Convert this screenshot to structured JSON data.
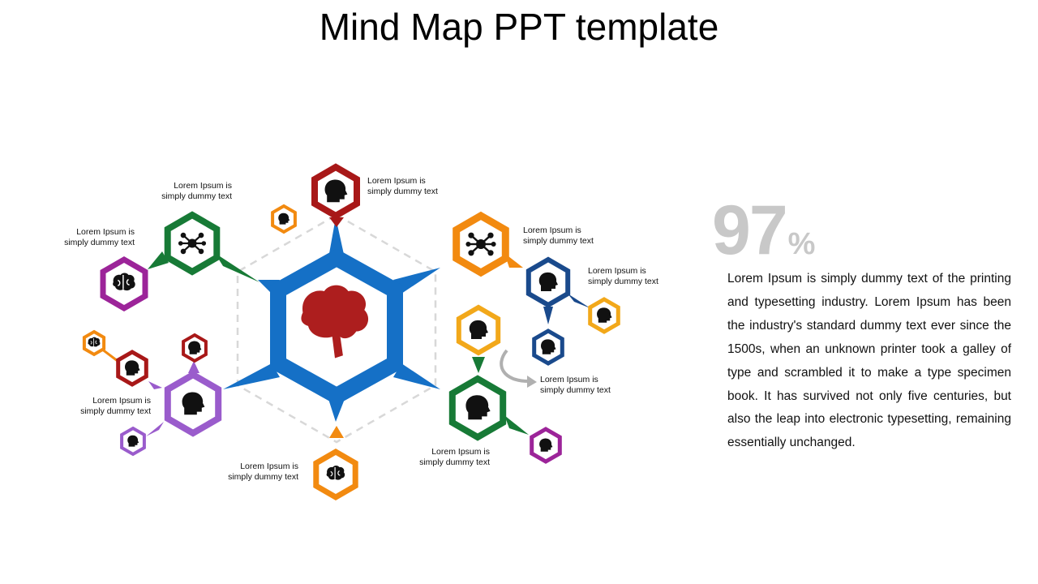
{
  "title": "Mind Map PPT template",
  "stat": {
    "value": "97",
    "unit": "%"
  },
  "paragraph": "Lorem Ipsum is simply dummy text of the printing and typesetting industry. Lorem Ipsum has been the industry's standard dummy text ever since the 1500s, when an unknown printer took a galley of type and scrambled it to make a type specimen book. It has survived not only five centuries, but also the leap into electronic typesetting, remaining essentially unchanged.",
  "labels": [
    {
      "line1": "Lorem Ipsum is",
      "line2": "simply dummy text"
    },
    {
      "line1": "Lorem Ipsum is",
      "line2": "simply dummy text"
    },
    {
      "line1": "Lorem Ipsum is",
      "line2": "simply dummy text"
    },
    {
      "line1": "Lorem Ipsum is",
      "line2": "simply dummy text"
    },
    {
      "line1": "Lorem Ipsum is",
      "line2": "simply dummy text"
    },
    {
      "line1": "Lorem Ipsum is",
      "line2": "simply dummy text"
    },
    {
      "line1": "Lorem Ipsum is",
      "line2": "simply dummy text"
    },
    {
      "line1": "Lorem Ipsum is",
      "line2": "simply dummy text"
    },
    {
      "line1": "Lorem Ipsum is",
      "line2": "simply dummy text"
    }
  ],
  "colors": {
    "center": "#1570c6",
    "brain": "#ad1e1e",
    "red": "#a81818",
    "green": "#177a36",
    "orange": "#f28a10",
    "navy": "#1a4a8c",
    "yellow": "#f2a81a",
    "purple": "#9c2499",
    "violet": "#9a5ccc",
    "dashed": "#d8d8d8"
  },
  "icons": {
    "center": "brain-icon",
    "nodes": [
      "head-cube-icon",
      "head-gears-icon",
      "network-icon",
      "network-icon",
      "brain-warning-icon",
      "heart-brain-icon",
      "head-gear-icon",
      "head-profile-icon",
      "head-cube-icon",
      "head-question-icon",
      "head-gear-icon",
      "brain-split-icon",
      "head-gear-icon",
      "head-question-icon",
      "head-lightbulb-icon",
      "head-gear-icon",
      "brain-icon"
    ]
  }
}
